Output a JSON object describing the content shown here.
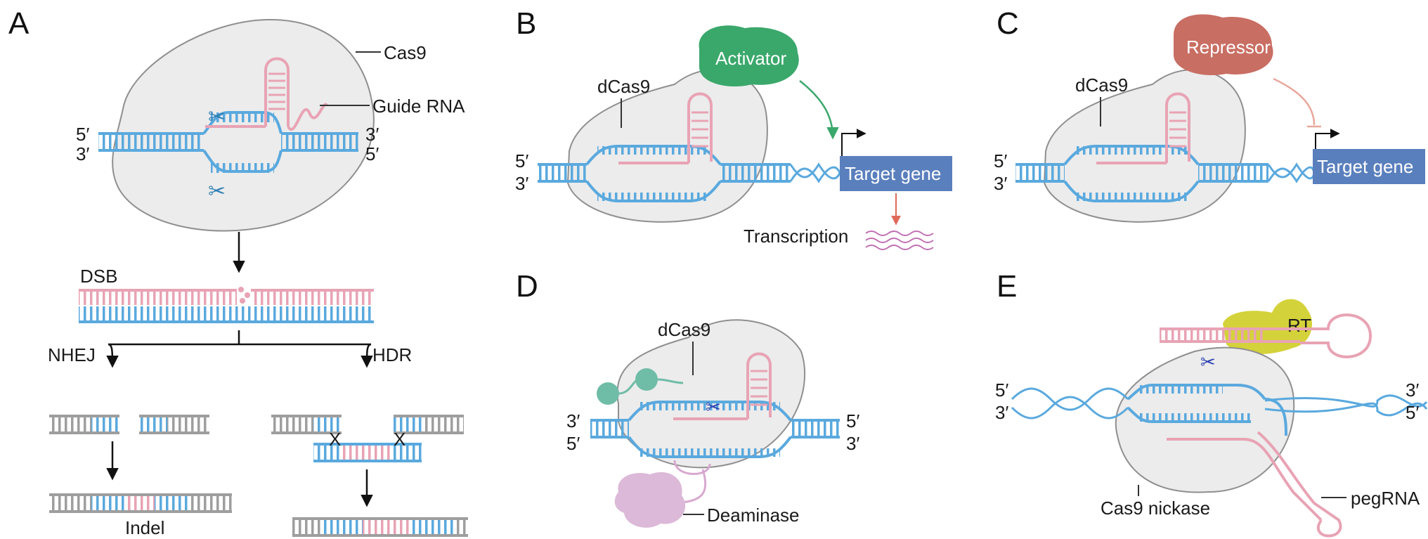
{
  "colors": {
    "dna": "#5aa9de",
    "rna": "#e8a3b4",
    "cas": "#ececec",
    "activator": "#3aa86b",
    "repressor": "#c96e63",
    "target": "#5a7fbd",
    "rt": "#d4d23a",
    "deaminase": "#dcb9d8",
    "gray_dna": "#9e9e9e"
  },
  "panels": {
    "a": {
      "letter": "A",
      "cas9": "Cas9",
      "guide_rna": "Guide RNA",
      "five_left": "5′",
      "three_left": "3′",
      "three_right": "3′",
      "five_right": "5′",
      "dsb": "DSB",
      "nhej": "NHEJ",
      "hdr": "HDR",
      "indel": "Indel",
      "x1": "X",
      "x2": "X"
    },
    "b": {
      "letter": "B",
      "dcas9": "dCas9",
      "activator": "Activator",
      "target_gene": "Target gene",
      "transcription": "Transcription",
      "five": "5′",
      "three": "3′"
    },
    "c": {
      "letter": "C",
      "dcas9": "dCas9",
      "repressor": "Repressor",
      "target_gene": "Target gene",
      "five": "5′",
      "three": "3′"
    },
    "d": {
      "letter": "D",
      "dcas9": "dCas9",
      "deaminase": "Deaminase",
      "three_left": "3′",
      "five_left": "5′",
      "five_right": "5′",
      "three_right": "3′"
    },
    "e": {
      "letter": "E",
      "rt": "RT",
      "cas9_nickase": "Cas9 nickase",
      "pegrna": "pegRNA",
      "five_left": "5′",
      "three_left": "3′",
      "three_right": "3′",
      "five_right": "5′"
    }
  }
}
